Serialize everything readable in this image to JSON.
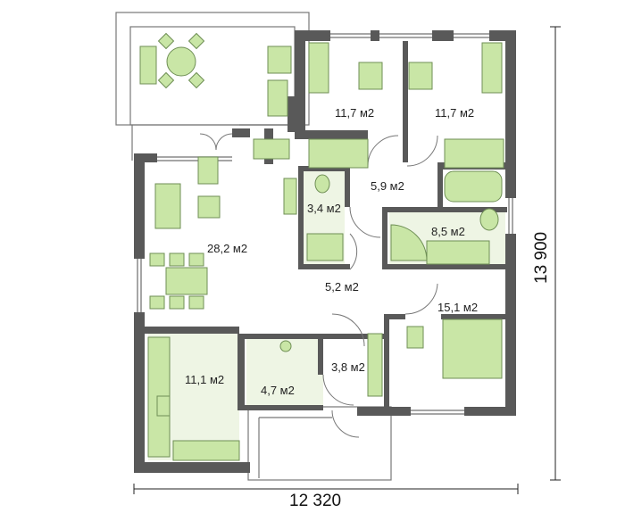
{
  "rooms": {
    "living": "28,2 м2",
    "bedroom_left": "11,7 м2",
    "bedroom_right": "11,7 м2",
    "hall": "5,9 м2",
    "wc": "3,4 м2",
    "bathroom": "8,5 м2",
    "corridor": "5,2 м2",
    "master_bedroom": "15,1 м2",
    "kitchen": "11,1 м2",
    "pantry": "4,7 м2",
    "entry": "3,8 м2"
  },
  "dimensions": {
    "width": "12 320",
    "depth": "13 900"
  },
  "colors": {
    "wall": "#595959",
    "furniture": "#c9e6a6",
    "furniture_stroke": "#6f8f55",
    "wet_floor": "#eef5e4"
  }
}
